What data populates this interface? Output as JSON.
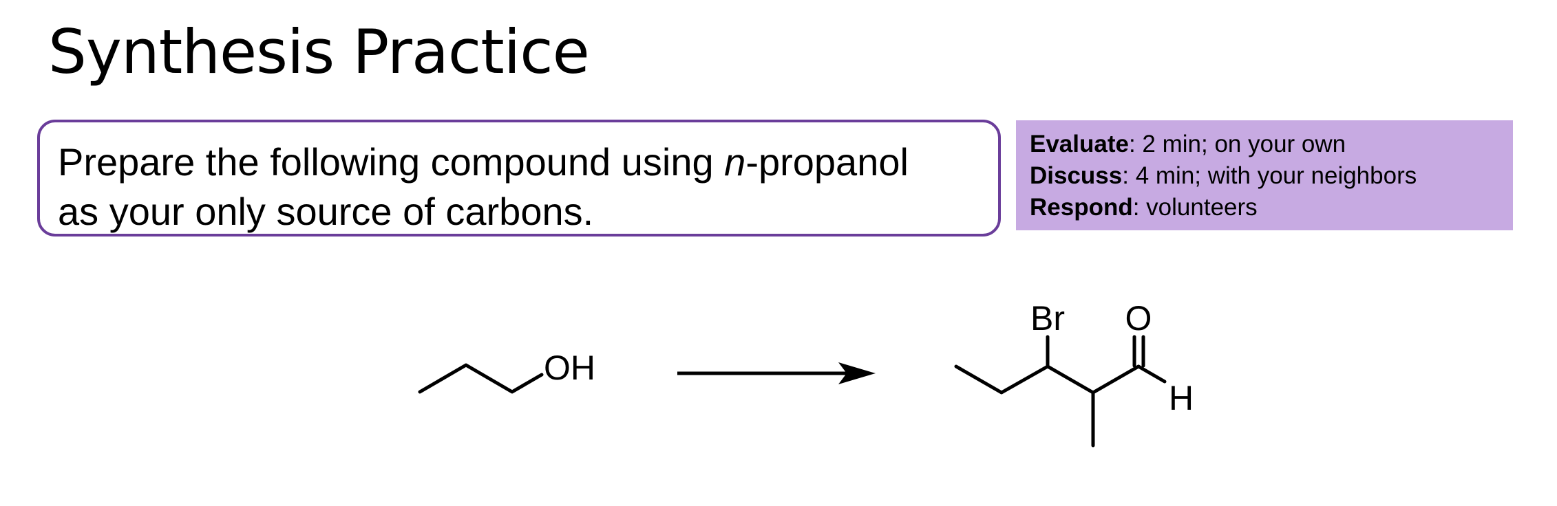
{
  "title": "Synthesis Practice",
  "prompt": {
    "line1_before": "Prepare the following compound using ",
    "line1_italic": "n",
    "line1_after": "-propanol",
    "line2": "as your only source of carbons."
  },
  "instructions": [
    {
      "label": "Evaluate",
      "text": ": 2 min; on your own"
    },
    {
      "label": "Discuss",
      "text": ": 4 min; with your neighbors"
    },
    {
      "label": "Respond",
      "text": ": volunteers"
    }
  ],
  "reaction": {
    "reactant_label_oh": "OH",
    "product_label_br": "Br",
    "product_label_o": "O",
    "product_label_h": "H"
  },
  "colors": {
    "prompt_border": "#6a3d9a",
    "instructions_bg": "#c7aae2"
  }
}
